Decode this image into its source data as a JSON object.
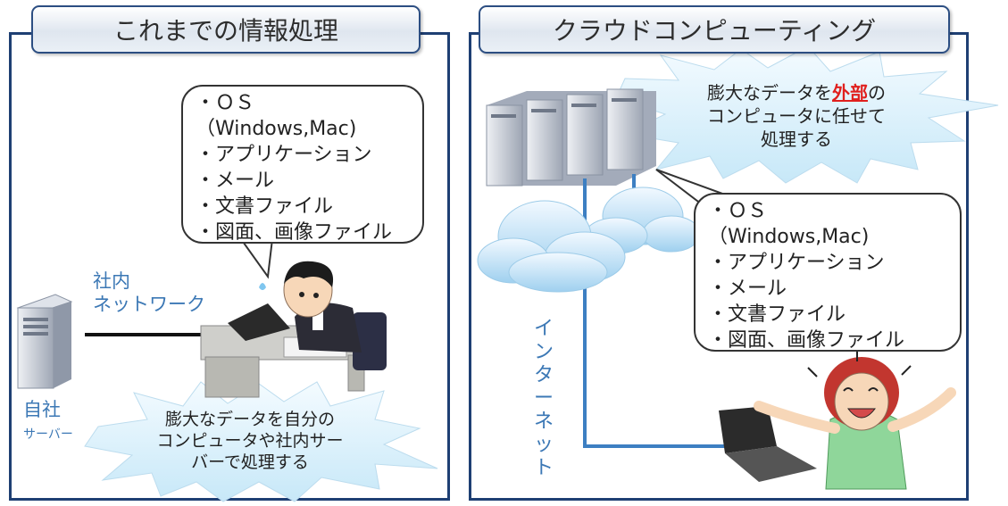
{
  "left": {
    "title": "これまでの情報処理",
    "list": [
      "・ＯＳ",
      "（Windows,Mac)",
      "・アプリケーション",
      "・メール",
      "・文書ファイル",
      "・図面、画像ファイル"
    ],
    "network_label_1": "社内",
    "network_label_2": "ネットワーク",
    "server_label": "自社",
    "server_sub": "サーバー",
    "burst_line1": "膨大なデータを自分の",
    "burst_line2": "コンピュータや社内サー",
    "burst_line3": "バーで処理する"
  },
  "right": {
    "title": "クラウドコンピューティング",
    "burst_pre": "膨大なデータを",
    "burst_highlight": "外部",
    "burst_post": "の",
    "burst_line2": "コンピュータに任せて",
    "burst_line3": "処理する",
    "list": [
      "・ＯＳ",
      "（Windows,Mac)",
      "・アプリケーション",
      "・メール",
      "・文書ファイル",
      "・図面、画像ファイル"
    ],
    "internet_label": "インターネット"
  },
  "colors": {
    "frame": "#1e3f73",
    "accent_blue": "#3c78b5",
    "highlight_red": "#e0201e",
    "line_blue": "#3d7fc2"
  }
}
